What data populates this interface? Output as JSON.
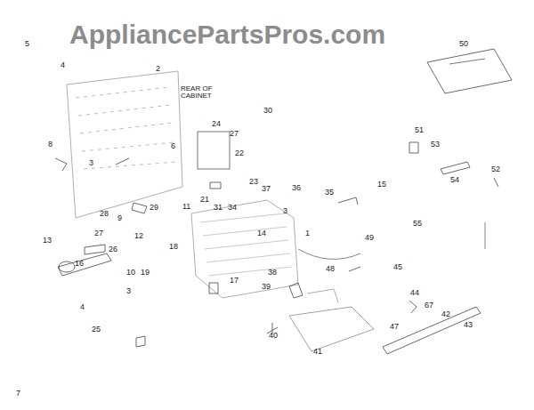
{
  "diagram": {
    "labels": [
      "AppliancePartsPros.com",
      "5",
      "4",
      "2",
      "REAR OF CABINET",
      "30",
      "50",
      "24",
      "27",
      "22",
      "51",
      "53",
      "52",
      "54",
      "8",
      "6",
      "3",
      "23",
      "37",
      "36",
      "35",
      "15",
      "21",
      "31",
      "34",
      "3",
      "28",
      "9",
      "29",
      "11",
      "27",
      "12",
      "55",
      "14",
      "1",
      "13",
      "49",
      "26",
      "18",
      "16",
      "10",
      "19",
      "48",
      "45",
      "38",
      "17",
      "39",
      "3",
      "44",
      "67",
      "4",
      "42",
      "25",
      "40",
      "47",
      "43",
      "41",
      "7"
    ]
  }
}
